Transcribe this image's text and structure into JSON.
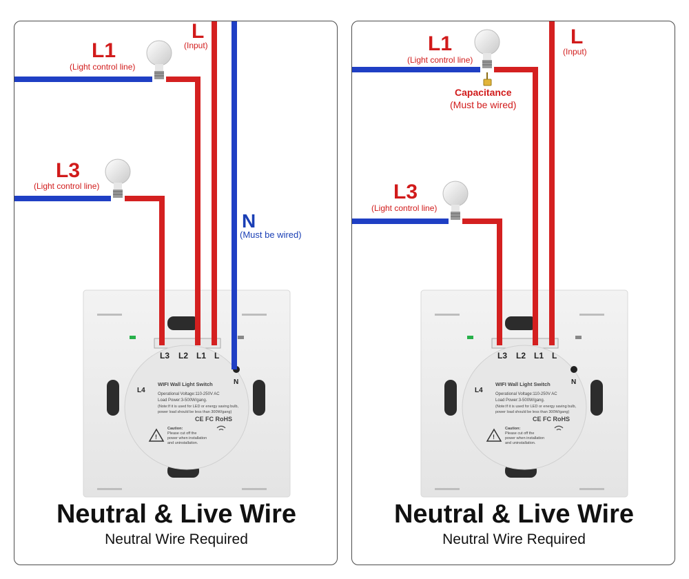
{
  "left_panel": {
    "l1_label": "L1",
    "l1_note": "(Light control line)",
    "l3_label": "L3",
    "l3_note": "(Light control line)",
    "l_label": "L",
    "l_note": "(Input)",
    "n_label": "N",
    "n_note": "(Must be wired)",
    "title": "Neutral & Live Wire",
    "subtitle": "Neutral Wire Required"
  },
  "right_panel": {
    "l1_label": "L1",
    "l1_note": "(Light control line)",
    "l3_label": "L3",
    "l3_note": "(Light control line)",
    "l_label": "L",
    "l_note": "(Input)",
    "capacitance_label": "Capacitance",
    "capacitance_note": "(Must be wired)",
    "title": "Neutral & Live Wire",
    "subtitle": "Neutral Wire Required"
  },
  "switch_plate": {
    "terminals": [
      "L3",
      "L2",
      "L1",
      "L"
    ],
    "l4": "L4",
    "n": "N",
    "product": "WIFI Wall Light Switch",
    "spec1": "Operational Voltage:110-250V AC",
    "spec2": "Load Power:3-500W/gang.",
    "note1": "(Note:If it is used for LED or energy saving bulb,",
    "note2": "power load should be less than 300W/gang)",
    "cert": "CE FC RoHS",
    "caution_title": "Caution:",
    "caution1": "Please cut off the",
    "caution2": "power when installation",
    "caution3": "and uninstallation."
  },
  "colors": {
    "live_wire": "#d42020",
    "neutral_wire": "#1f3fc4",
    "label_red": "#d11b1b",
    "label_blue": "#1a3fb5"
  }
}
